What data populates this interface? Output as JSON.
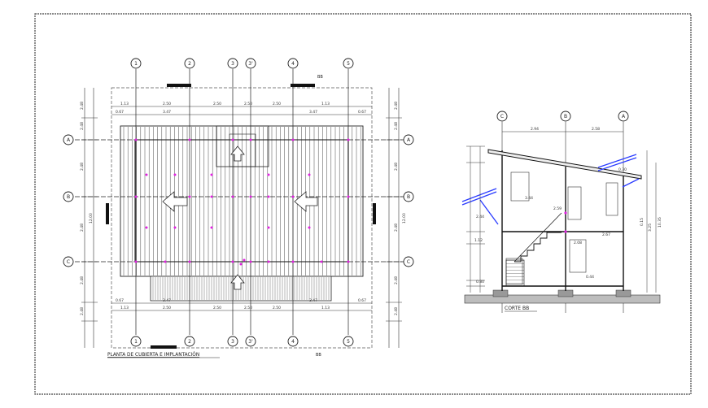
{
  "drawing": {
    "plan_title": "PLANTA DE CUBIERTA E IMPLANTACIÓN",
    "section_title": "CORTE BB",
    "plan_axes_columns": [
      "1",
      "2",
      "3",
      "3'",
      "4",
      "5"
    ],
    "plan_axes_rows": [
      "A",
      "B",
      "C"
    ],
    "section_axes": [
      "C",
      "B",
      "A"
    ],
    "section_marker": "BB",
    "plan_top_dims": [
      "1.13",
      "2.50",
      "2.50",
      "2.50",
      "2.50",
      "1.13"
    ],
    "plan_top_dims_2": [
      "0.67",
      "3.47",
      "3.47",
      "0.67"
    ],
    "plan_side_dims": [
      "2.48",
      "2.48",
      "2.48",
      "2.48",
      "2.48",
      "2.48"
    ],
    "plan_total_h": "12.00",
    "section_top_dims": [
      "2.94",
      "2.58"
    ],
    "section_dims": [
      "3.44",
      "2.59",
      "2.44",
      "1.12",
      "0.80",
      "2.67",
      "0.44",
      "2.08",
      "0.30",
      "0.15",
      "3.25",
      "10.35"
    ]
  },
  "colors": {
    "line": "#1a1a1a",
    "accent_magenta": "#e020e0",
    "accent_blue": "#2a3cff",
    "frame": "#555555"
  },
  "icons": {
    "axis_bubble": "circle-label-icon",
    "arrow": "flow-arrow-icon"
  }
}
